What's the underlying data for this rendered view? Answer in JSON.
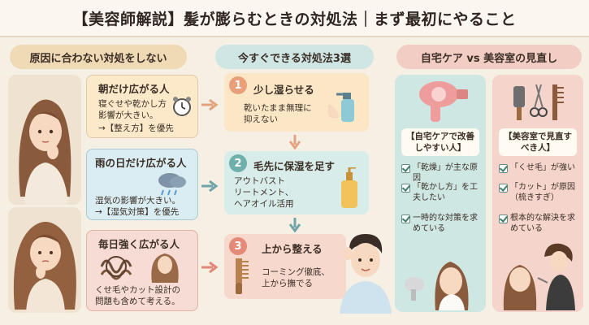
{
  "title": "【美容師解説】髪が膨らむときの対処法｜まず最初にやること",
  "columns": {
    "left": "原因に合わない対処をしない",
    "middle": "今すぐできる対処法3選",
    "right": "自宅ケア vs 美容室の見直し"
  },
  "causes": [
    {
      "title": "朝だけ広がる人",
      "line1": "寝ぐせや乾かし方",
      "line2": "影響が大きい。",
      "line3": "→【整え方】を優先"
    },
    {
      "title": "雨の日だけ広がる人",
      "line1": "湿気の影響が大きい。",
      "line2": "→【湿気対策】を優先"
    },
    {
      "title": "毎日強く広がる人",
      "line1": "くせ毛やカット設計の",
      "line2": "問題も含めて考える。"
    }
  ],
  "steps": [
    {
      "num": "1",
      "title": "少し湿らせる",
      "line1": "乾いたまま無理に",
      "line2": "抑えない"
    },
    {
      "num": "2",
      "title": "毛先に保湿を足す",
      "line1": "アウトバスト",
      "line2": "リートメント、",
      "line3": "ヘアオイル活用"
    },
    {
      "num": "3",
      "title": "上から整える",
      "line1": "コーミング徹底、",
      "line2": "上から撫でる"
    }
  ],
  "home": {
    "label": "【自宅ケアで改善しやすい人】",
    "items": [
      "「乾燥」が主な原因",
      "「乾かし方」を工夫したい",
      "一時的な対策を求めている"
    ]
  },
  "salon": {
    "label": "【美容室で見直すべき人】",
    "items": [
      "「くせ毛」が強い",
      "「カット」が原因（梳きすぎ）",
      "根本的な解決を求めている"
    ]
  },
  "colors": {
    "cause1": "#fbe9c9",
    "cause2": "#d9edf2",
    "cause3": "#f6dcd4",
    "step": "#d8ece9",
    "step_num_1": "#e9a07a",
    "step_num_2": "#6fb0aa",
    "step_num_3": "#e58a78",
    "home_panel": "#cfe7e3",
    "salon_panel": "#f4d4cb"
  }
}
